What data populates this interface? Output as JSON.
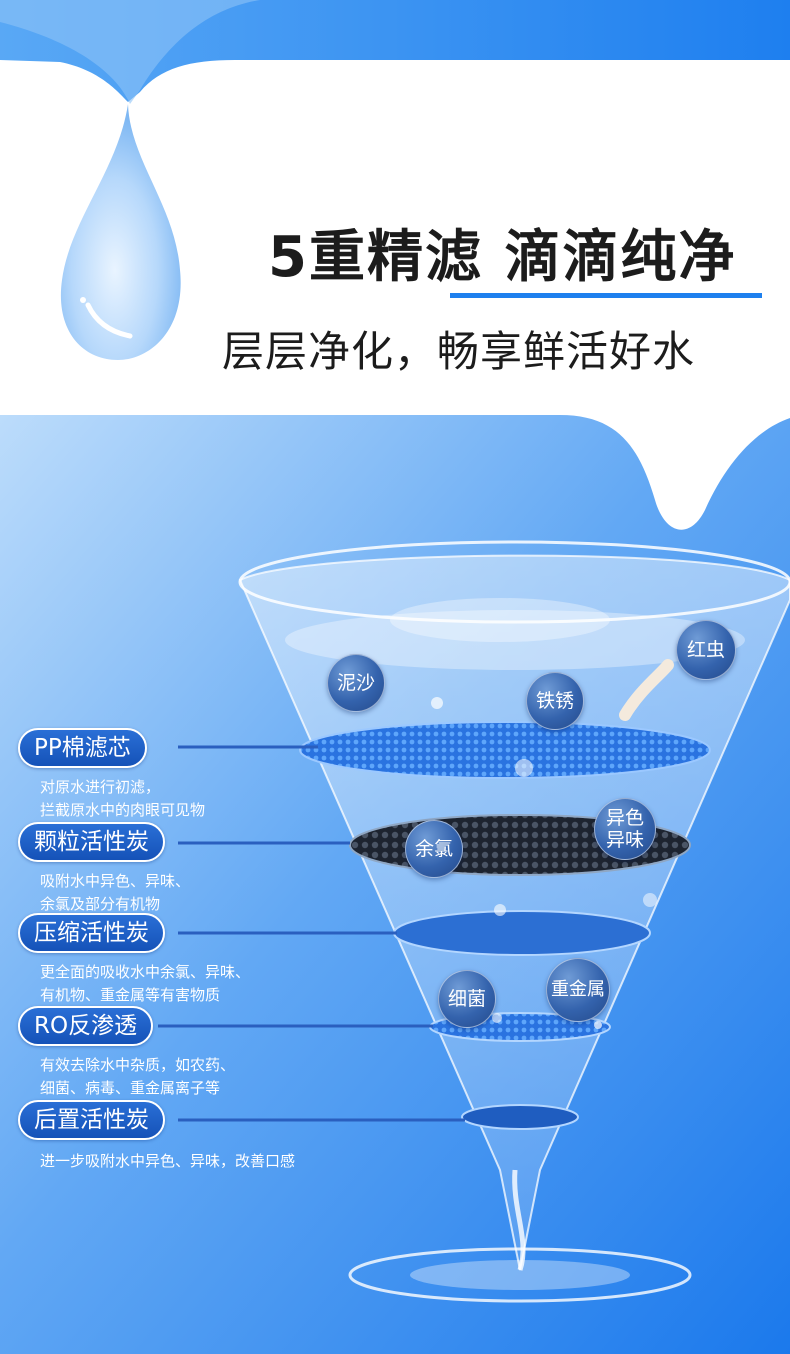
{
  "header": {
    "title": "5重精滤  滴滴纯净",
    "subtitle": "层层净化，畅享鲜活好水"
  },
  "contaminants": [
    "泥沙",
    "铁锈",
    "红虫",
    "异色\n异味",
    "余氯",
    "细菌",
    "重金属"
  ],
  "stages": [
    {
      "name": "PP棉滤芯",
      "desc": [
        "对原水进行初滤，",
        "拦截原水中的肉眼可见物"
      ]
    },
    {
      "name": "颗粒活性炭",
      "desc": [
        "吸附水中异色、异味、",
        "余氯及部分有机物"
      ]
    },
    {
      "name": "压缩活性炭",
      "desc": [
        "更全面的吸收水中余氯、异味、",
        "有机物、重金属等有害物质"
      ]
    },
    {
      "name": "RO反渗透",
      "desc": [
        "有效去除水中杂质，如农药、",
        "细菌、病毒、重金属离子等"
      ]
    },
    {
      "name": "后置活性炭",
      "desc": [
        "进一步吸附水中异色、异味，改善口感"
      ]
    }
  ],
  "colors": {
    "accent": "#1e80ee",
    "title_text": "#1c1c1c",
    "pill": "#1a5cc4",
    "background_blue": "#3b8cf0"
  },
  "icons": [
    "water-drop-icon",
    "filter-funnel-icon"
  ]
}
